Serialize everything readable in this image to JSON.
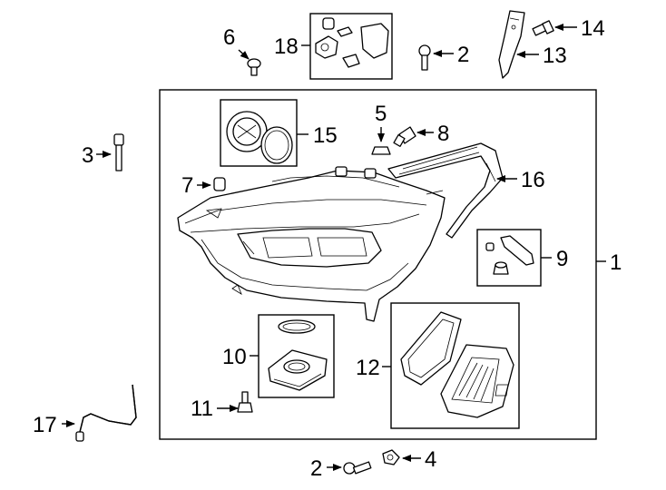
{
  "callouts": {
    "c1": "1",
    "c2a": "2",
    "c2b": "2",
    "c3": "3",
    "c4": "4",
    "c5": "5",
    "c6": "6",
    "c7": "7",
    "c8": "8",
    "c9": "9",
    "c10": "10",
    "c11": "11",
    "c12": "12",
    "c13": "13",
    "c14": "14",
    "c15": "15",
    "c16": "16",
    "c17": "17",
    "c18": "18"
  },
  "colors": {
    "line": "#000000",
    "background": "#ffffff"
  }
}
